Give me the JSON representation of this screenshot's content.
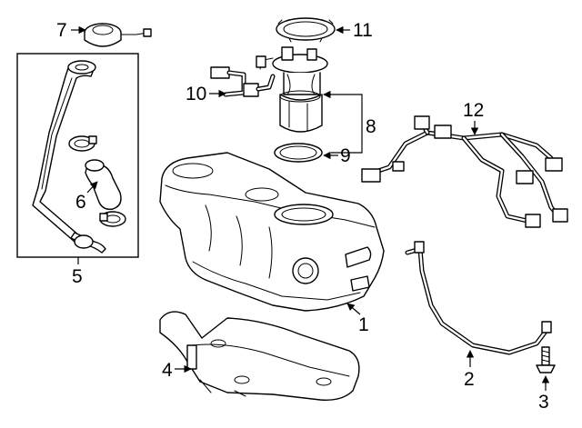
{
  "callouts": [
    {
      "id": "c1",
      "label": "1"
    },
    {
      "id": "c2",
      "label": "2"
    },
    {
      "id": "c3",
      "label": "3"
    },
    {
      "id": "c4",
      "label": "4"
    },
    {
      "id": "c5",
      "label": "5"
    },
    {
      "id": "c6",
      "label": "6"
    },
    {
      "id": "c7",
      "label": "7"
    },
    {
      "id": "c8",
      "label": "8"
    },
    {
      "id": "c9",
      "label": "9"
    },
    {
      "id": "c10",
      "label": "10"
    },
    {
      "id": "c11",
      "label": "11"
    },
    {
      "id": "c12",
      "label": "12"
    }
  ],
  "colors": {
    "line": "#000000",
    "background": "#ffffff"
  }
}
